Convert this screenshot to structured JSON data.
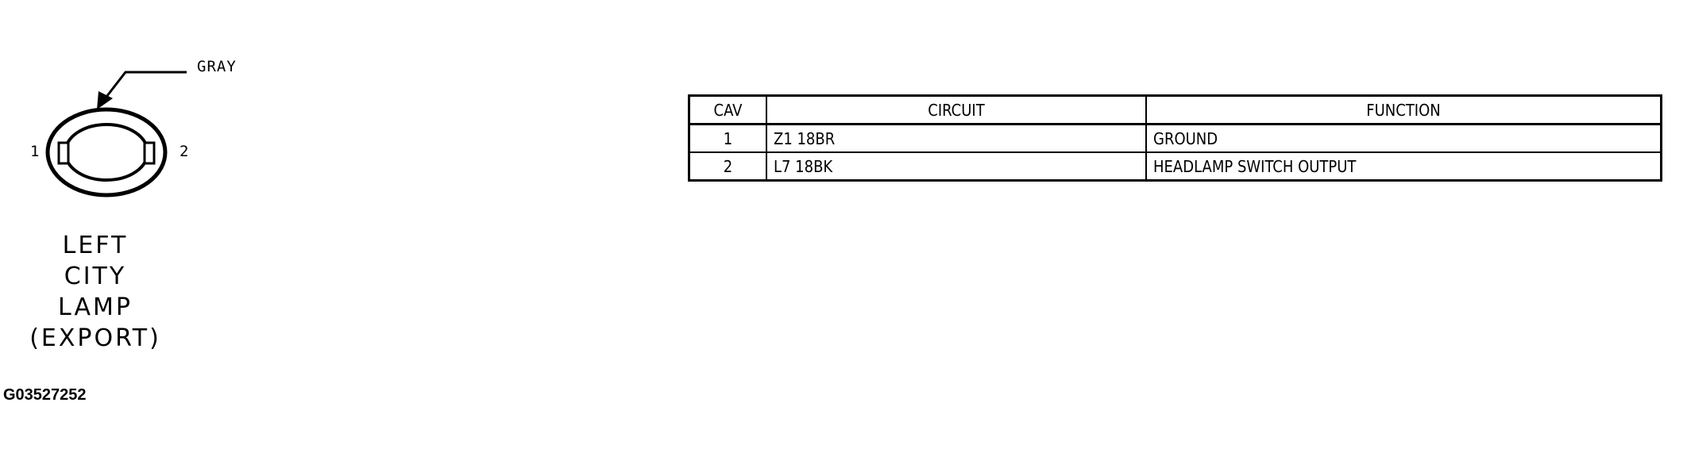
{
  "connector": {
    "wire_color": "GRAY",
    "pin_left": "1",
    "pin_right": "2",
    "name_lines": [
      "LEFT",
      "CITY",
      "LAMP",
      "(EXPORT)"
    ]
  },
  "figure_id": "G03527252",
  "table": {
    "headers": [
      "CAV",
      "CIRCUIT",
      "FUNCTION"
    ],
    "rows": [
      [
        "1",
        "Z1 18BR",
        "GROUND"
      ],
      [
        "2",
        "L7 18BK",
        "HEADLAMP SWITCH OUTPUT"
      ]
    ]
  }
}
